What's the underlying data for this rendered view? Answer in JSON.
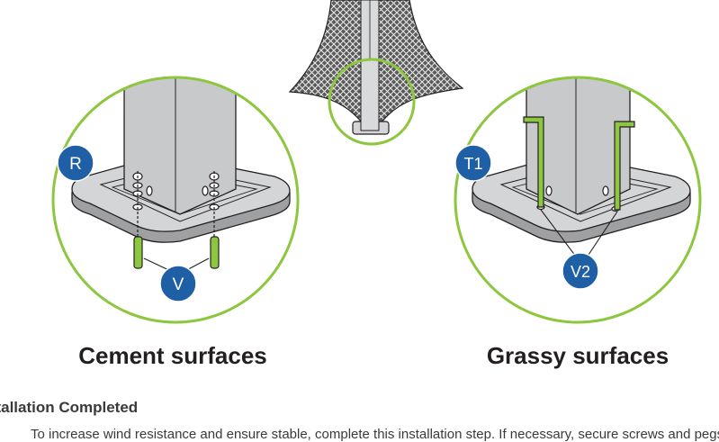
{
  "labels": {
    "r": "R",
    "v": "V",
    "t1": "T1",
    "v2": "V2"
  },
  "captions": {
    "cement": "Cement surfaces",
    "grassy": "Grassy surfaces"
  },
  "section": {
    "heading": "stallation Completed",
    "body_partial": "To increase wind resistance and ensure stable, complete this installation step. If necessary, secure screws and pegs"
  },
  "colors": {
    "accent_green": "#8dc63f",
    "callout_blue": "#1f5fa6",
    "post_grey": "#c8c9cb",
    "base_grey": "#d4d5d7",
    "outline": "#231f20"
  }
}
